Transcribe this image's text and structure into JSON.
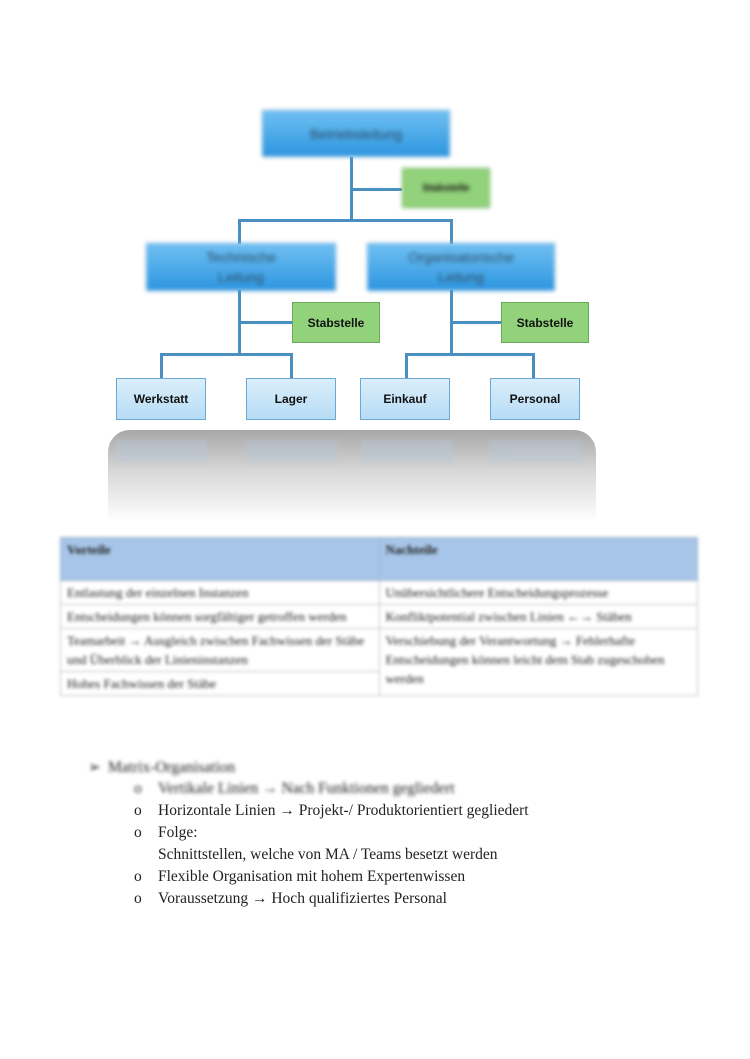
{
  "org_chart": {
    "root": "Betriebsleitung",
    "staff_root": "Stabstelle",
    "branches": [
      {
        "title_line1": "Technische",
        "title_line2": "Leitung",
        "staff": "Stabstelle",
        "children": [
          "Werkstatt",
          "Lager"
        ]
      },
      {
        "title_line1": "Organisatorische",
        "title_line2": "Leitung",
        "staff": "Stabstelle",
        "children": [
          "Einkauf",
          "Personal"
        ]
      }
    ]
  },
  "table": {
    "headers": [
      "Vorteile",
      "Nachteile"
    ],
    "left_rows": [
      "Entlastung der einzelnen Instanzen",
      "Entscheidungen können sorgfältiger getroffen werden",
      "Teamarbeit → Ausgleich zwischen Fachwissen der Stäbe und Überblick der Linieninstanzen",
      "Hohes Fachwissen der Stäbe"
    ],
    "right_rows": [
      "Unübersichtlichere Entscheidungsprozesse",
      "Konfliktpotential zwischen Linien ←→ Stäben",
      "Verschiebung der Verantwortung → Fehlerhafte Entscheidungen können leicht dem Stab zugeschoben werden"
    ]
  },
  "bullets": {
    "main": "Matrix-Organisation",
    "main_marker": "➢",
    "sub_marker": "o",
    "items": [
      "Vertikale Linien → Nach Funktionen gegliedert",
      "Horizontale Linien → Projekt-/ Produktorientiert gegliedert",
      "Folge:",
      "Schnittstellen, welche von MA / Teams besetzt werden",
      "Flexible Organisation mit hohem Expertenwissen",
      "Voraussetzung → Hoch qualifiziertes Personal"
    ]
  }
}
